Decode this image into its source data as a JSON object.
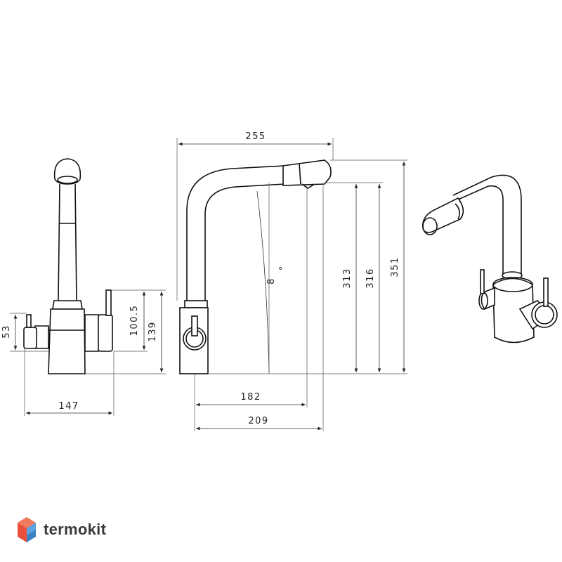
{
  "dimensions": {
    "d147": "147",
    "d53": "53",
    "d100_5": "100.5",
    "d139": "139",
    "d255": "255",
    "d182": "182",
    "d209": "209",
    "d313": "313",
    "d316": "316",
    "d351": "351",
    "angle": "8"
  },
  "brand": {
    "name": "termokit",
    "colors": {
      "accent_red": "#e8503a",
      "accent_blue": "#3b82c4"
    }
  },
  "icons": {
    "logo": "hexagon-cube-icon"
  }
}
